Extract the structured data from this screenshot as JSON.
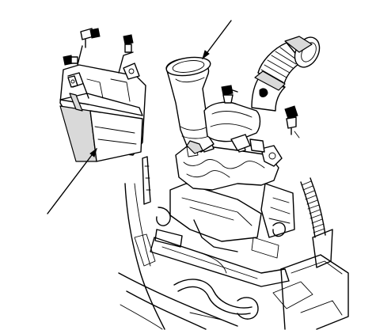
{
  "diagram": {
    "colors": {
      "line": "#000000",
      "background": "#ffffff",
      "shade": "#d9d9d9"
    },
    "parts": [
      {
        "id": "air-cleaner-housing-cover",
        "callout": "lower-left"
      },
      {
        "id": "air-intake-duct",
        "callout": "top-center"
      },
      {
        "id": "intake-hose",
        "callout": "none"
      },
      {
        "id": "bolts",
        "callout": "clips"
      }
    ]
  }
}
